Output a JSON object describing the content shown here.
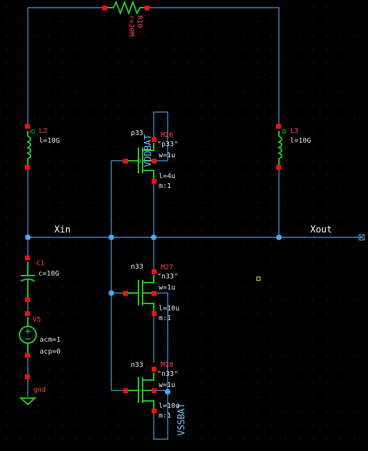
{
  "nets": {
    "xin": "Xin",
    "xout": "Xout",
    "vddbat": "VDDBAT",
    "vssbat": "VSSBAT"
  },
  "resistor": {
    "name": "R10",
    "value": "r=20M"
  },
  "inductor_l2": {
    "name": "L2",
    "value": "l=10G"
  },
  "inductor_l3": {
    "name": "L3",
    "value": "l=10G"
  },
  "capacitor_c1": {
    "name": "C1",
    "value": "c=10G"
  },
  "source_v5": {
    "name": "V5",
    "acm": "acm=1",
    "acp": "acp=0"
  },
  "ground": {
    "name": "gnd"
  },
  "transistor_m26": {
    "type": "p33",
    "name": "M26",
    "model": "\"p33\"",
    "w": "w=1u",
    "l": "l=4u",
    "m": "m:1"
  },
  "transistor_m27": {
    "type": "n33",
    "name": "M27",
    "model": "\"n33\"",
    "w": "w=1u",
    "l": "l=10u",
    "m": "m:1"
  },
  "transistor_m28": {
    "type": "n33",
    "name": "M28",
    "model": "\"n33\"",
    "w": "w=1u",
    "l": "l=10u",
    "m": "m:1"
  },
  "colors": {
    "background": "#000000",
    "wire": "#4f9fe0",
    "component": "#22cc22",
    "pin": "#ee1111",
    "label": "#ff4444"
  }
}
